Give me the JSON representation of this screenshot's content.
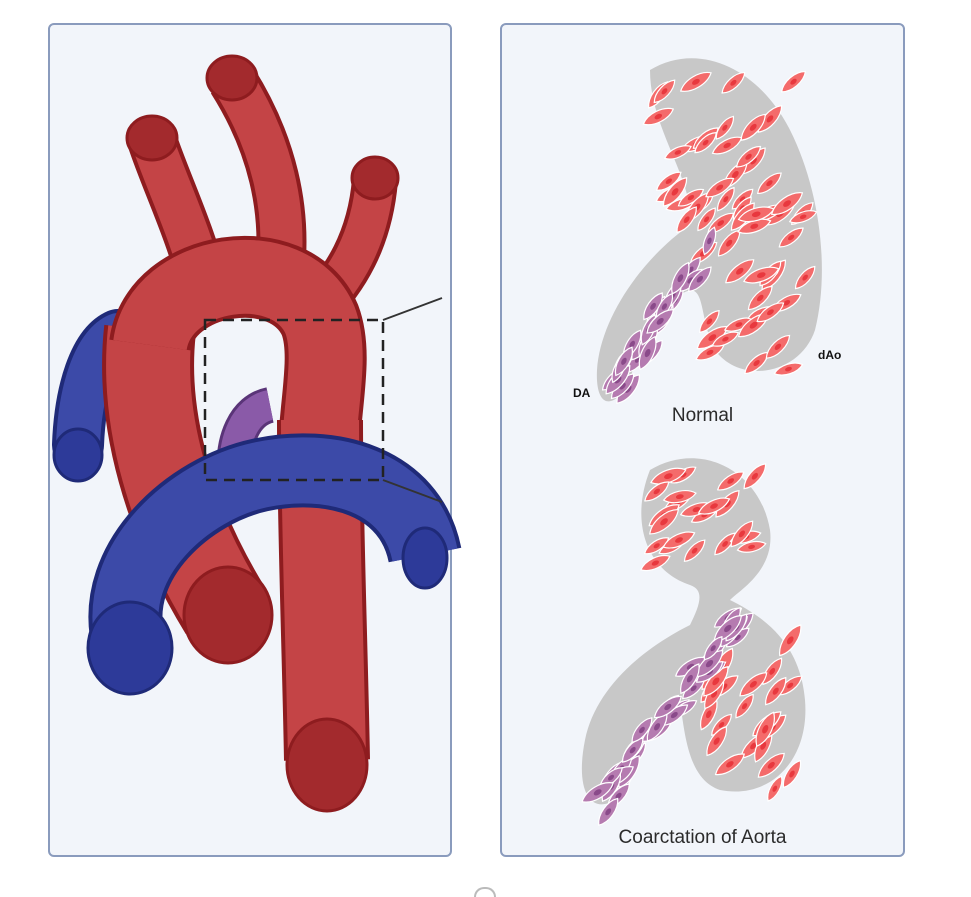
{
  "colors": {
    "artery": "#c44446",
    "artery_dark": "#8e1c1f",
    "artery_cap": "#a32a2d",
    "vein": "#3c4aa8",
    "vein_dark": "#1f2a78",
    "duct": "#8a5aa8",
    "panel_bg": "#f2f5fa",
    "panel_border": "#8a9bbd",
    "cell_red": "#f46b6b",
    "cell_red_nucleus": "#e8383e",
    "cell_purple": "#b57bb0",
    "cell_purple_nucleus": "#8a4a8a",
    "tissue_gray": "#c8c8c8"
  },
  "labels": {
    "da": "DA",
    "dao": "dAo",
    "normal": "Normal",
    "coarctation": "Coarctation of Aorta"
  }
}
